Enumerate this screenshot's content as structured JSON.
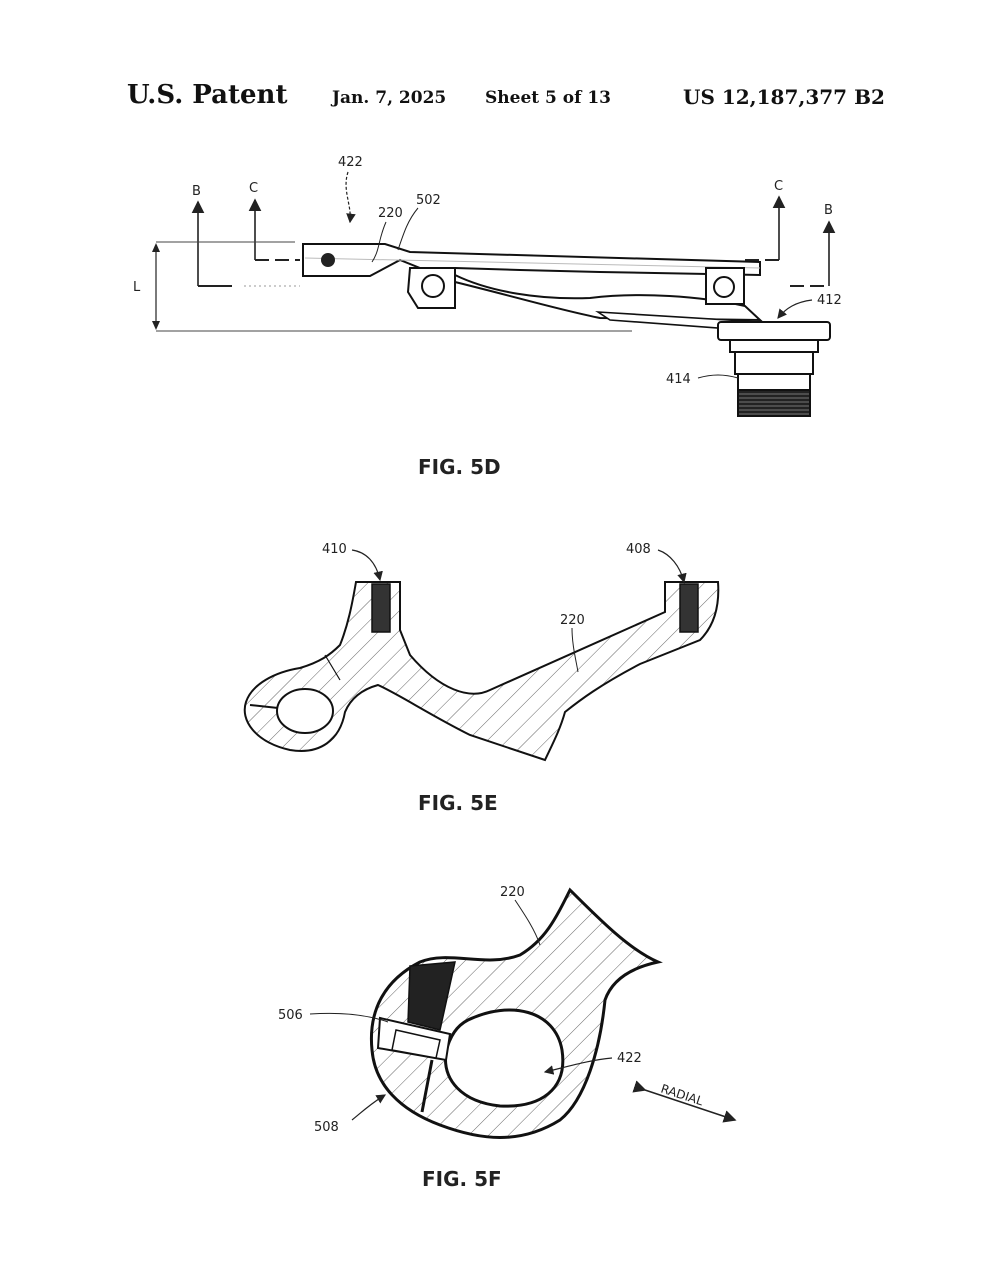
{
  "header": {
    "title": "U.S. Patent",
    "date": "Jan. 7, 2025",
    "sheet": "Sheet 5 of 13",
    "patent_number": "US 12,187,377 B2"
  },
  "fig5d": {
    "caption": "FIG. 5D",
    "labels": {
      "b_left": "B",
      "c_left": "C",
      "c_right": "C",
      "b_right": "B",
      "l": "L",
      "r422": "422",
      "r220": "220",
      "r502": "502",
      "r412": "412",
      "r414": "414"
    }
  },
  "fig5e": {
    "caption": "FIG. 5E",
    "labels": {
      "r410": "410",
      "r408": "408",
      "r220": "220"
    }
  },
  "fig5f": {
    "caption": "FIG. 5F",
    "labels": {
      "r220": "220",
      "r506": "506",
      "r422": "422",
      "r508": "508",
      "radial": "RADIAL"
    }
  }
}
